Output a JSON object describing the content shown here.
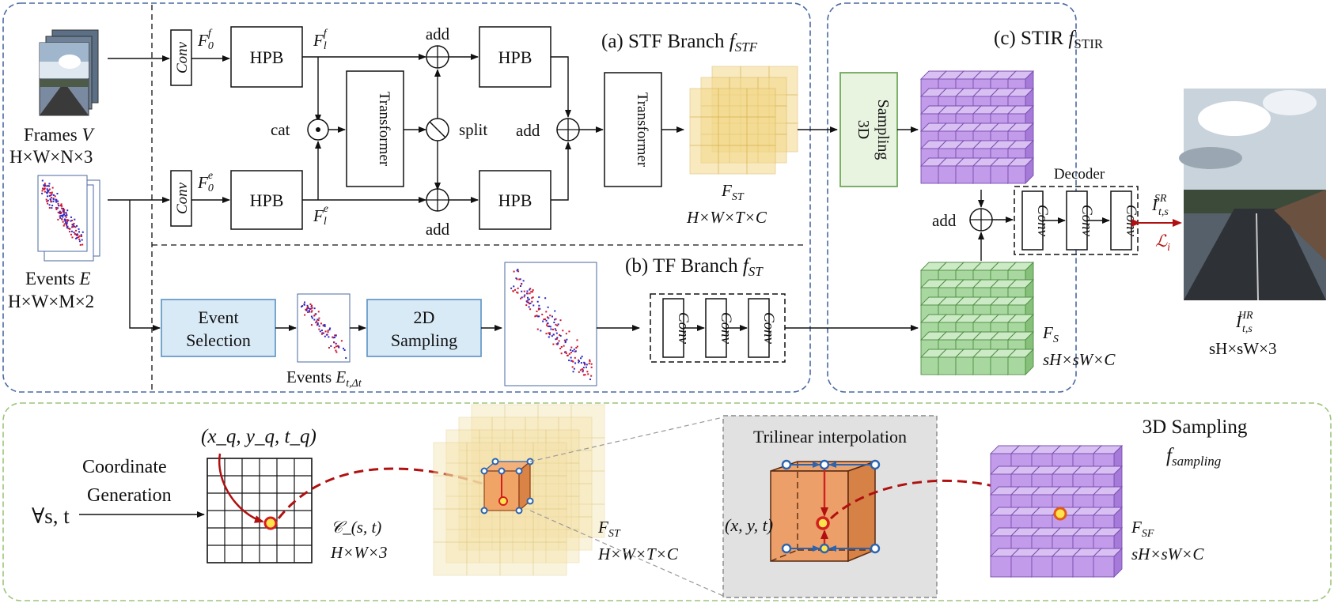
{
  "inputs": {
    "frames_label": "Frames ",
    "frames_sym": "V",
    "frames_dims": "H×W×N×3",
    "events_label": "Events ",
    "events_sym": "E",
    "events_dims": "H×W×M×2"
  },
  "stf": {
    "title": "(a) STF Branch ",
    "title_sym": "f",
    "title_sub": "STF",
    "conv": "Conv",
    "f0f": "F",
    "f0f_sub": "0",
    "f0f_sup": "f",
    "f0e": "F",
    "f0e_sub": "0",
    "f0e_sup": "e",
    "hpb": "HPB",
    "flf": "F",
    "flf_sub": "l",
    "flf_sup": "f",
    "fle": "F",
    "fle_sub": "l",
    "fle_sup": "e",
    "add": "add",
    "cat": "cat",
    "split": "split",
    "transformer": "Transformer",
    "fst": "F",
    "fst_sub": "ST",
    "fst_dims": "H×W×T×C"
  },
  "tf": {
    "title": "(b) TF Branch ",
    "title_sym": "f",
    "title_sub": "ST",
    "event_selection_1": "Event",
    "event_selection_2": "Selection",
    "events_sel_label": "Events ",
    "events_sel_sym": "E",
    "events_sel_sub": "t,Δt",
    "sampling2d_1": "2D",
    "sampling2d_2": "Sampling",
    "conv": "Conv"
  },
  "stir": {
    "title": "(c) STIR ",
    "title_sym": "f",
    "title_sub": "STIR",
    "sampling3d_1": "3D",
    "sampling3d_2": "Sampling",
    "add": "add",
    "decoder": "Decoder",
    "conv": "Conv",
    "fs": "F",
    "fs_sub": "S",
    "fs_dims": "sH×sW×C",
    "isr": "I",
    "isr_sub": "t,s",
    "isr_sup": "SR",
    "loss": "ℒ",
    "loss_sub": "i",
    "ihr": "I",
    "ihr_sub": "t,s",
    "ihr_sup": "HR",
    "ihr_dims": "sH×sW×3"
  },
  "sampling": {
    "title": "3D Sampling",
    "title_sym": "f",
    "title_sub": "sampling",
    "coord_gen_1": "Coordinate",
    "coord_gen_2": "Generation",
    "forall": "∀s, t",
    "query": "(x",
    "query_full": "(x_q, y_q, t_q)",
    "cgrid": "𝒞_(s, t)",
    "cgrid_dims": "H×W×3",
    "fst": "F",
    "fst_sub": "ST",
    "fst_dims": "H×W×T×C",
    "trilinear": "Trilinear interpolation",
    "xyt": "(x, y, t)",
    "fsf": "F",
    "fsf_sub": "SF",
    "fsf_dims": "sH×sW×C"
  },
  "colors": {
    "panel_border": "#4a6aa0",
    "bottom_border": "#9cc47a",
    "yellow_cube": "#f3d88a",
    "purple_cube": "#b58be3",
    "green_cube": "#9fd39a",
    "blue_box": "#d9eaf7",
    "green_box": "#e8f3e0",
    "red_arrow": "#b01010"
  }
}
